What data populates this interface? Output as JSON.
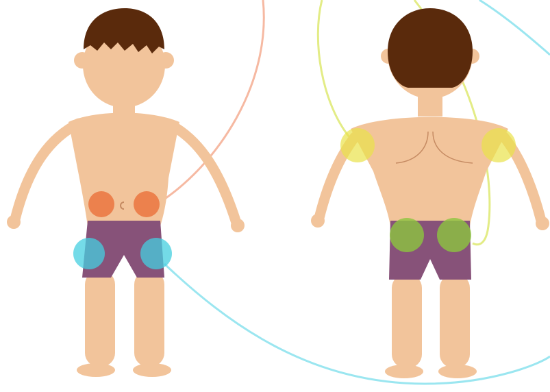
{
  "figures": [
    {
      "id": "front",
      "view": "front"
    },
    {
      "id": "back",
      "view": "back"
    }
  ],
  "injection_sites": [
    {
      "name": "abdomen",
      "view": "front",
      "color": "#ec7a45"
    },
    {
      "name": "thighs-front",
      "view": "front",
      "color": "#45cfe0"
    },
    {
      "name": "upper-arms",
      "view": "back",
      "color": "#e9e34a"
    },
    {
      "name": "buttocks",
      "view": "back",
      "color": "#8cc63f"
    }
  ],
  "colors": {
    "skin": "#f2c49b",
    "hair": "#5a2a0c",
    "shorts": "#875279",
    "abdomen_spot": "#ec7a45",
    "thigh_spot": "#45cfe0",
    "arm_spot": "#e9e34a",
    "buttock_spot": "#8cc63f",
    "line_orange": "#f6b9a2",
    "line_yellow": "#e3ec86",
    "line_cyan": "#9be6f0",
    "navel": "#c58a62"
  }
}
